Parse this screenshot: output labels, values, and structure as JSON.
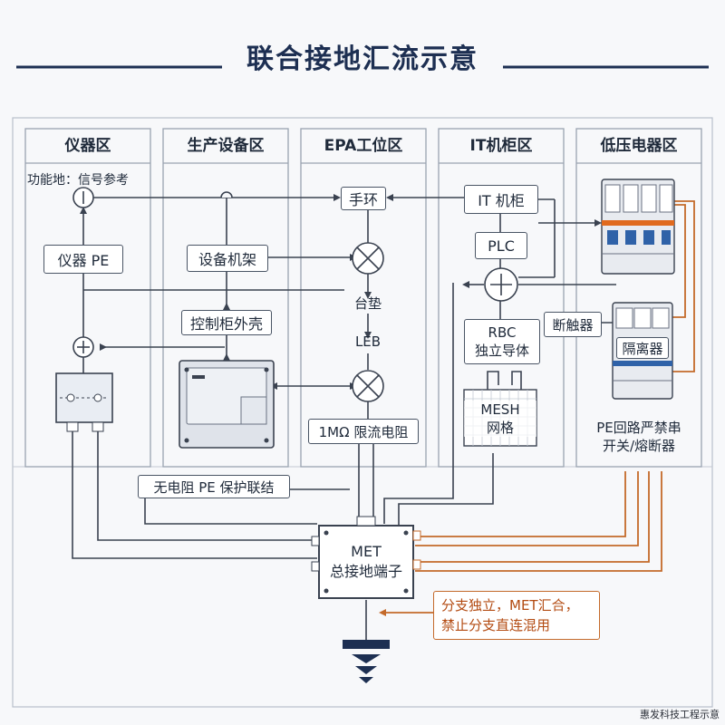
{
  "title": "联合接地汇流示意",
  "zones": [
    "仪器区",
    "生产设备区",
    "EPA工位区",
    "IT机柜区",
    "低压电器区"
  ],
  "labels": {
    "functional_ground": "功能地：信号参考",
    "instrument_pe": "仪器 PE",
    "equipment_rack": "设备机架",
    "cabinet_shell": "控制柜外壳",
    "wrist_strap": "手环",
    "mat": "台垫",
    "leb": "LEB",
    "resistor": "1MΩ 限流电阻",
    "it_cabinet": "IT 机柜",
    "plc": "PLC",
    "rbc": "RBC\n独立导体",
    "mesh": "MESH\n网格",
    "breaker": "断触器",
    "isolator": "隔离器",
    "pe_note": "PE回路严禁串\n开关/熔断器",
    "no_resistance_bond": "无电阻 PE 保护联结",
    "met": "MET\n总接地端子",
    "branch_note": "分支独立，MET汇合，\n禁止分支直连混用",
    "footer": "惠发科技工程示意"
  },
  "colors": {
    "title": "#1d2f52",
    "line": "#3a4250",
    "orange": "#c46a2a",
    "frame": "#9aa3b1"
  }
}
